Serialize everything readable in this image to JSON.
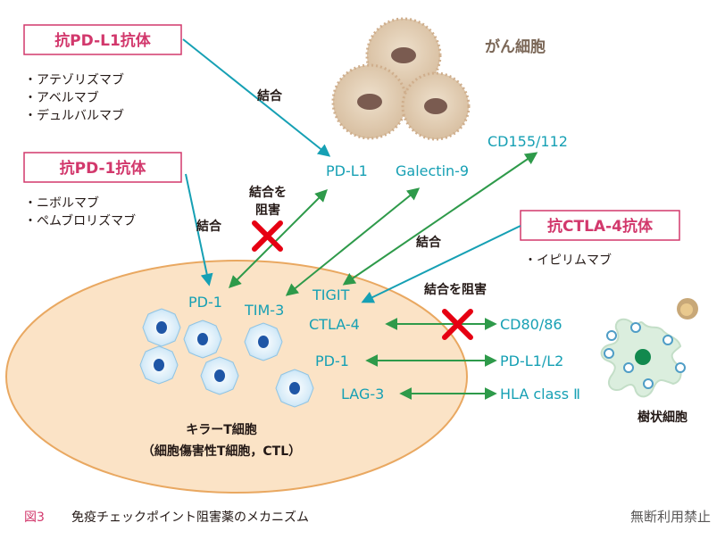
{
  "cancer_cell_label": "がん細胞",
  "antibodies": {
    "pdl1": {
      "title": "抗PD-L1抗体",
      "drugs": [
        "・アテゾリズマブ",
        "・アベルマブ",
        "・デュルバルマブ"
      ]
    },
    "pd1": {
      "title": "抗PD-1抗体",
      "drugs": [
        "・ニボルマブ",
        "・ペムブロリズマブ"
      ]
    },
    "ctla4": {
      "title": "抗CTLA-4抗体",
      "drugs": [
        "・イピリムマブ"
      ]
    }
  },
  "binding_labels": {
    "pdl1": "結合",
    "pd1": "結合",
    "ctla4": "結合"
  },
  "block_labels": {
    "pd1_line1": "結合を",
    "pd1_line2": "阻害",
    "ctla4": "結合を阻害"
  },
  "tumor_ligands": {
    "pdl1": "PD-L1",
    "galectin9": "Galectin-9",
    "cd155": "CD155/112"
  },
  "t_cell_receptors": {
    "pd1_top": "PD-1",
    "tim3": "TIM-3",
    "tigit": "TIGIT",
    "ctla4": "CTLA-4",
    "pd1": "PD-1",
    "lag3": "LAG-3"
  },
  "dc_ligands": {
    "cd80": "CD80/86",
    "pdl1l2": "PD-L1/L2",
    "hla": "HLA class Ⅱ"
  },
  "t_cell_label": {
    "line1": "キラーT細胞",
    "line2": "（細胞傷害性T細胞，CTL）"
  },
  "dendritic_label": "樹状細胞",
  "caption": {
    "number": "図3",
    "text": "免疫チェックポイント阻害薬のメカニズム"
  },
  "watermark": "無断利用禁止",
  "colors": {
    "teal": "#16a0b4",
    "green": "#2e9a4a",
    "pink": "#d2386c",
    "red": "#e60012",
    "tcell_fill": "#fbe3c6",
    "tcell_border": "#e9a861"
  }
}
